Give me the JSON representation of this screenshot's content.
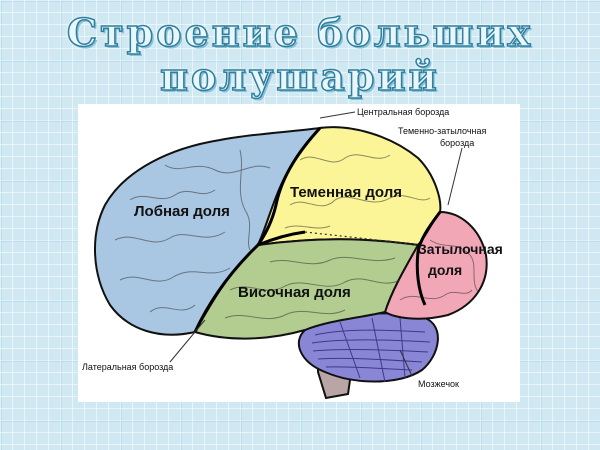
{
  "slide": {
    "title_line1": "Строение больших",
    "title_line2": "полушарий"
  },
  "diagram": {
    "lobes": {
      "frontal": "Лобная доля",
      "parietal": "Теменная доля",
      "temporal": "Височная доля",
      "occipital_line1": "Затылочная",
      "occipital_line2": "доля"
    },
    "callouts": {
      "central_sulcus": "Центральная борозда",
      "parieto_occipital_line1": "Теменно-затылочная",
      "parieto_occipital_line2": "борозда",
      "lateral_sulcus": "Латеральная борозда",
      "cerebellum": "Мозжечок"
    },
    "colors": {
      "frontal": "#a9c6e2",
      "parietal": "#fbf597",
      "temporal": "#b2cd8f",
      "occipital": "#f2a7b7",
      "cerebellum": "#8a86d6",
      "brainstem": "#b9a5a5",
      "outline": "#111111"
    }
  }
}
